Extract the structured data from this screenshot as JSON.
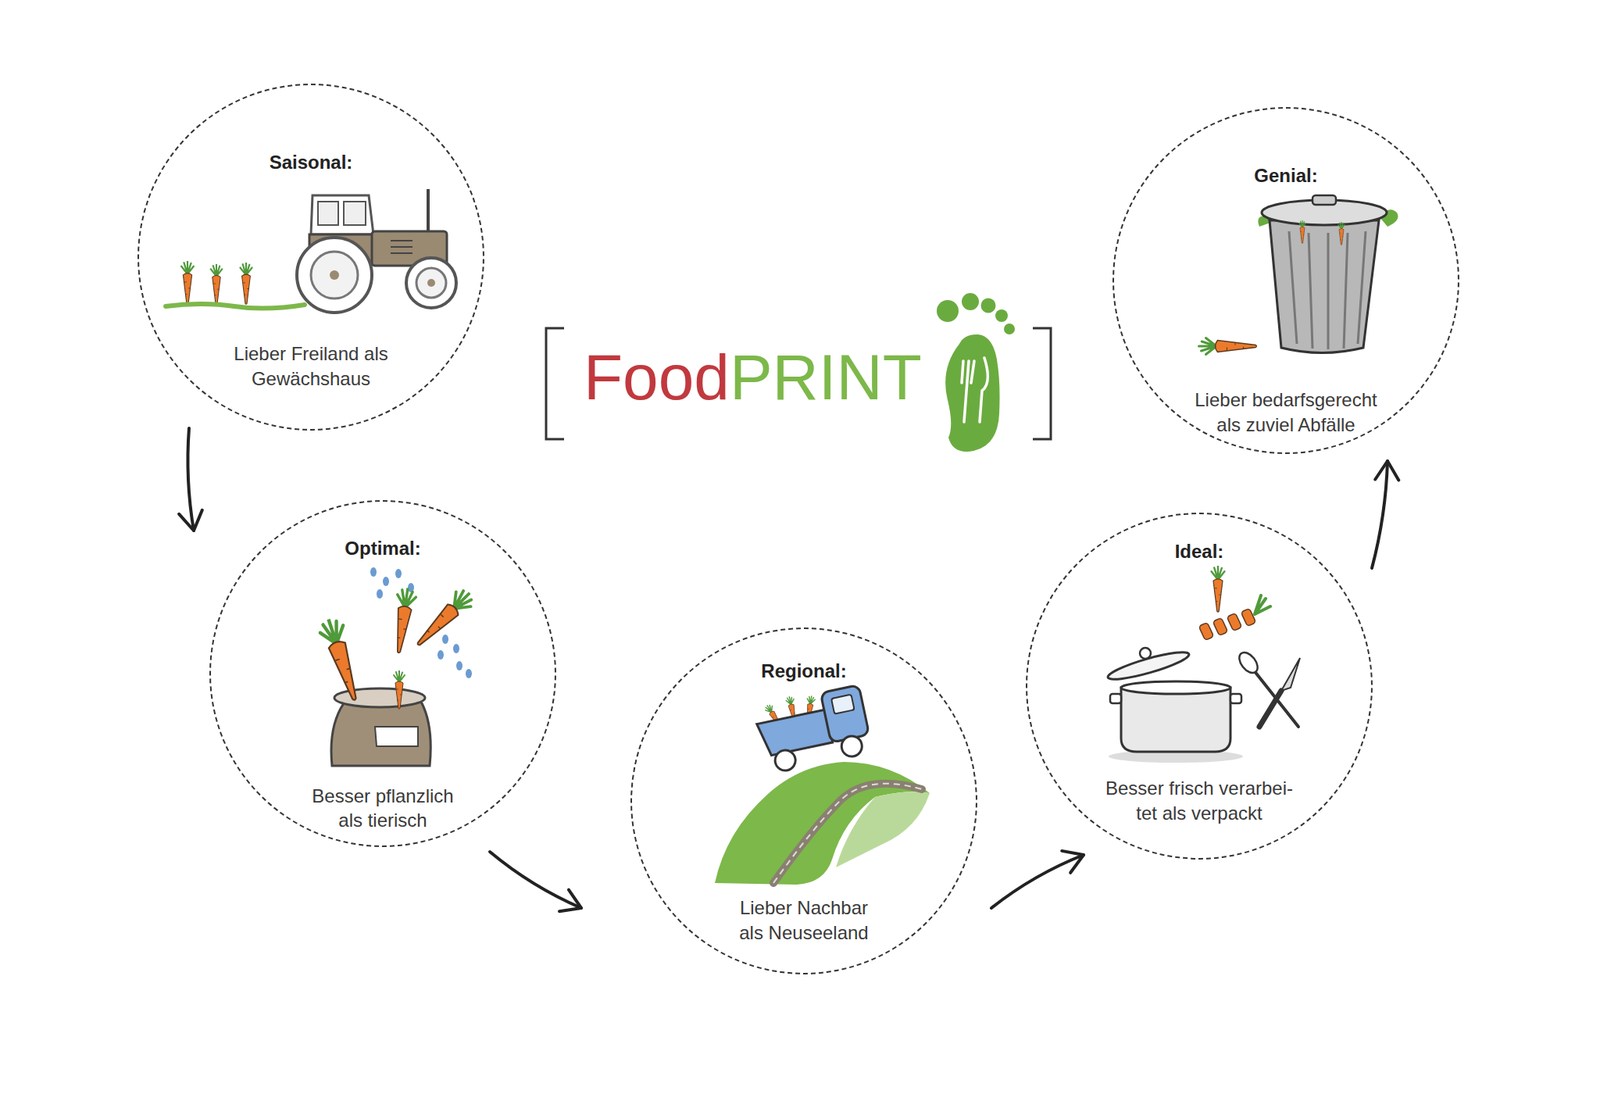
{
  "diagram": {
    "nodes": [
      {
        "text": [
          "Saisonal:",
          "Lieber Freiland als Gewächshaus"
        ]
      },
      {
        "text": [
          "Optimal:",
          "Besser pflanzlich als tierisch"
        ]
      },
      {
        "text": [
          "Regional:",
          "Lieber Nachbar als Neuseeland"
        ]
      },
      {
        "text": [
          "Ideal:",
          "Besser frisch verarbei- tet als verpackt"
        ]
      },
      {
        "text": [
          "Genial:",
          "Lieber bedarfsgerecht als zuviel Abfälle"
        ]
      }
    ],
    "edges": [
      {
        "from": 0,
        "to": 1,
        "arrow": "to"
      },
      {
        "from": 1,
        "to": 2,
        "arrow": "to"
      },
      {
        "from": 2,
        "to": 3,
        "arrow": "to"
      },
      {
        "from": 3,
        "to": 4,
        "arrow": "to"
      }
    ],
    "labels": [
      "Food",
      "PRINT"
    ]
  }
}
